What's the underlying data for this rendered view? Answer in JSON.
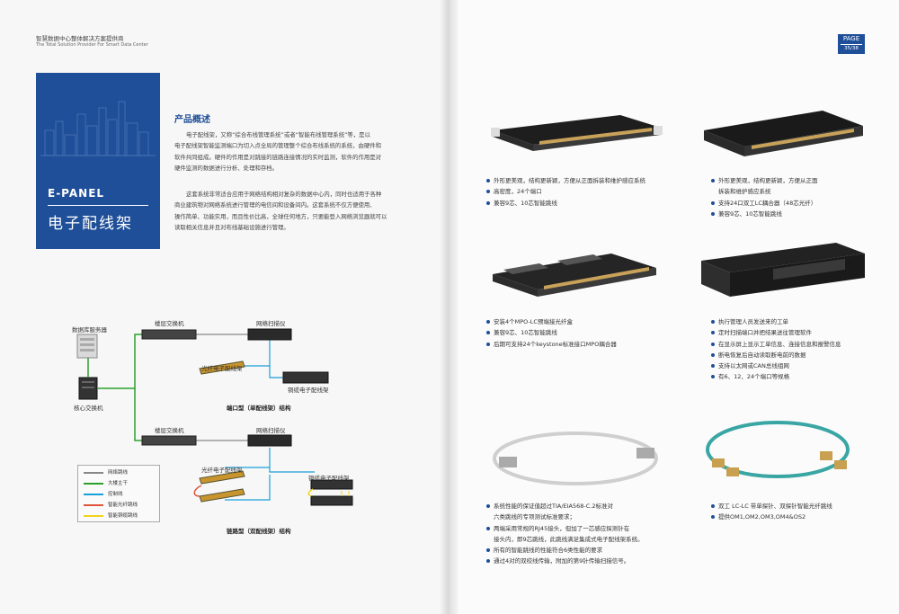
{
  "left_page": {
    "header_cn": "智慧数据中心整体解决方案提供商",
    "header_en": "The Total Solution Provider For Smart Data Center",
    "banner_en": "E-PANEL",
    "banner_cn": "电子配线架",
    "section_title": "产品概述",
    "para1": [
      "电子配线架，又称“综合布线管理系统”或者“智能布线管理系统”等，是以",
      "电子配线架智能监测端口为切入点全局的管理整个综合布线系统的系统，由硬件和",
      "软件共同组成。硬件的作用是对跳接的链路连接情况的实时监测，软件的作用是对",
      "硬件监测的数据进行分析、处理和存档。"
    ],
    "para2": [
      "这套系统非常适合应用于网络结构相对复杂的数据中心内，同时也适用于各种",
      "商业建筑物对网络系统进行管理的电信间和设备间内。这套系统不仅方便使用、",
      "操作简单、功能实用，而且性价比高，全球任何地方，只要能登入网络浏览器就可以",
      "读取相关信息并且对布线基础设施进行管理。"
    ],
    "diagram": {
      "db_server": "数据库服务器",
      "core_switch": "核心交换机",
      "floor_switch_1": "楼层交换机",
      "scanner_1": "网络扫描仪",
      "fiber_panel_1": "光纤电子配线架",
      "copper_panel_1": "铜缆电子配线架",
      "caption_1": "端口型（单配线架）结构",
      "floor_switch_2": "楼层交换机",
      "scanner_2": "网络扫描仪",
      "fiber_panel_2": "光纤电子配线架",
      "copper_panel_2": "铜缆电子配线架",
      "caption_2": "链路型（双配线架）结构",
      "legend": [
        {
          "label": "网络跳线",
          "color": "#888888"
        },
        {
          "label": "大楼主干",
          "color": "#2ca02c"
        },
        {
          "label": "控制线",
          "color": "#1aa0d8"
        },
        {
          "label": "智能光纤跳线",
          "color": "#e0543a"
        },
        {
          "label": "智能铜缆跳线",
          "color": "#f2d21e"
        }
      ]
    }
  },
  "right_page": {
    "page_label": "PAGE",
    "page_num": "35/38",
    "products": [
      {
        "name": "open-panel",
        "bullets": [
          "外形更美观，结构更新颖，方便从正面拆装和维护感应系统",
          "高密度，24个端口",
          "兼容9芯、10芯智能跳线"
        ]
      },
      {
        "name": "closed-panel",
        "bullets": [
          "外形更美观，结构更新颖，方便从正面",
          "拆装和维护感应系统",
          "支持24口双工LC耦合器（48芯光纤）",
          "兼容9芯、10芯智能跳线"
        ]
      },
      {
        "name": "mpo-panel",
        "bullets": [
          "安装4个MPO-LC预端接光纤盒",
          "兼容9芯、10芯智能跳线",
          "后期可支持24个keystone标准接口MPO耦合器"
        ]
      },
      {
        "name": "scanner",
        "bullets": [
          "执行管理人员发送来的工单",
          "定时扫描端口并把结果送往管理软件",
          "在显示屏上显示工单信息、连接信息和报警信息",
          "断电恢复后自动读取断电前的数据",
          "支持以太网或CAN总线组网",
          "有6、12、24个端口等规格"
        ]
      },
      {
        "name": "copper-cord",
        "bullets": [
          "系统性能的保证值超过TIA/EIA568-C.2标准对",
          "六类跳线的专项测试标准要求；",
          "两端采用常规的RJ45接头，但加了一芯感应探测针在",
          "接头内，即9芯跳线，此跳线满足集成式电子配线架系统。",
          "所有的智能跳线的性能符合6类性能的要求",
          "通过4对的双绞线传输，附加的第9针传输扫描信号。"
        ]
      },
      {
        "name": "fiber-cord",
        "bullets": [
          "双工 LC-LC 带单探针、双探针智能光纤跳线",
          "提供OM1,OM2,OM3,OM4&OS2"
        ]
      }
    ]
  }
}
